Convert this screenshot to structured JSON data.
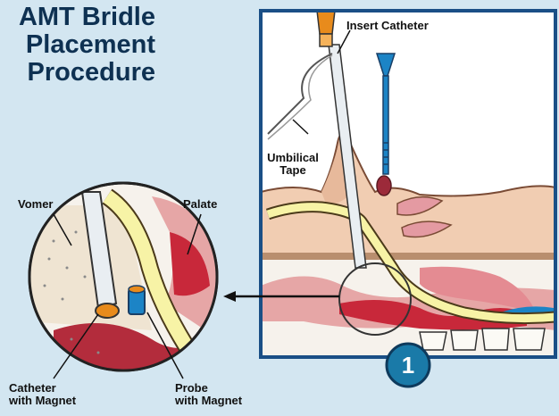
{
  "title": {
    "line1": "AMT Bridle",
    "line2": "Placement",
    "line3": "Procedure"
  },
  "labels": {
    "insert_catheter": "Insert Catheter",
    "umbilical_tape_1": "Umbilical",
    "umbilical_tape_2": "Tape",
    "vomer": "Vomer",
    "palate": "Palate",
    "catheter_1": "Catheter",
    "catheter_2": "with Magnet",
    "probe_1": "Probe",
    "probe_2": "with Magnet"
  },
  "step_number": "1",
  "colors": {
    "background": "#d3e6f1",
    "title": "#0e3152",
    "frame": "#1a4f86",
    "step_badge": "#1a7aa8",
    "skin": "#f1cdb2",
    "tissue_red": "#c8283a",
    "tape_yellow": "#f7f3a6",
    "probe_blue": "#1c84c6",
    "catheter_orange": "#e88b1c"
  }
}
